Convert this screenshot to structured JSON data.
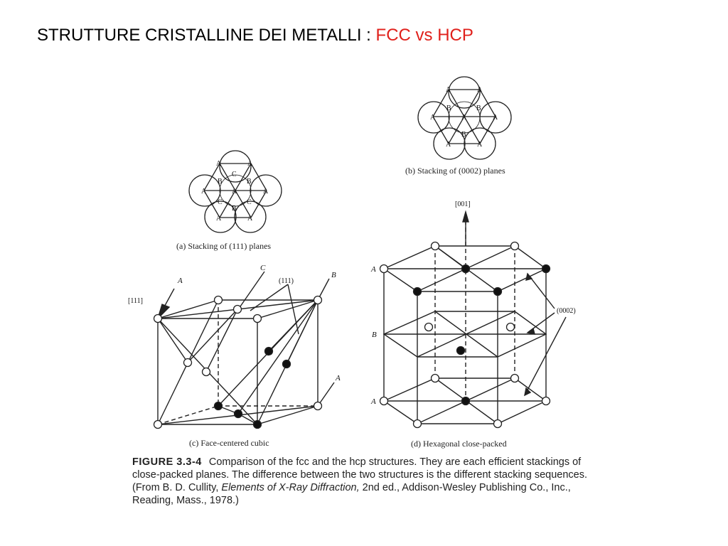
{
  "title": {
    "main": "STRUTTURE CRISTALLINE DEI METALLI : ",
    "highlight": "FCC vs HCP",
    "highlight_color": "#e0201b"
  },
  "panels": {
    "a": {
      "caption": "(a)  Stacking of (111) planes"
    },
    "b": {
      "caption": "(b)  Stacking of (0002) planes"
    },
    "c": {
      "caption": "(c)  Face-centered cubic",
      "direction": "[111]",
      "plane": "(111)",
      "layer_labels": [
        "A",
        "C",
        "B",
        "A"
      ]
    },
    "d": {
      "caption": "(d)  Hexagonal close-packed",
      "direction": "[001]",
      "plane": "(0002)",
      "layer_labels": [
        "A",
        "B",
        "A"
      ]
    }
  },
  "figure_caption": {
    "number": "FIGURE 3.3-4",
    "text1": "Comparison of the fcc and the hcp structures. They are each efficient stackings of close-packed planes. The difference between the two structures is the different stacking sequences. (From B. D. Cullity, ",
    "book": "Elements of X-Ray Diffraction,",
    "text2": " 2nd ed., Addison-Wesley Publishing Co., Inc., Reading, Mass., 1978.)"
  }
}
